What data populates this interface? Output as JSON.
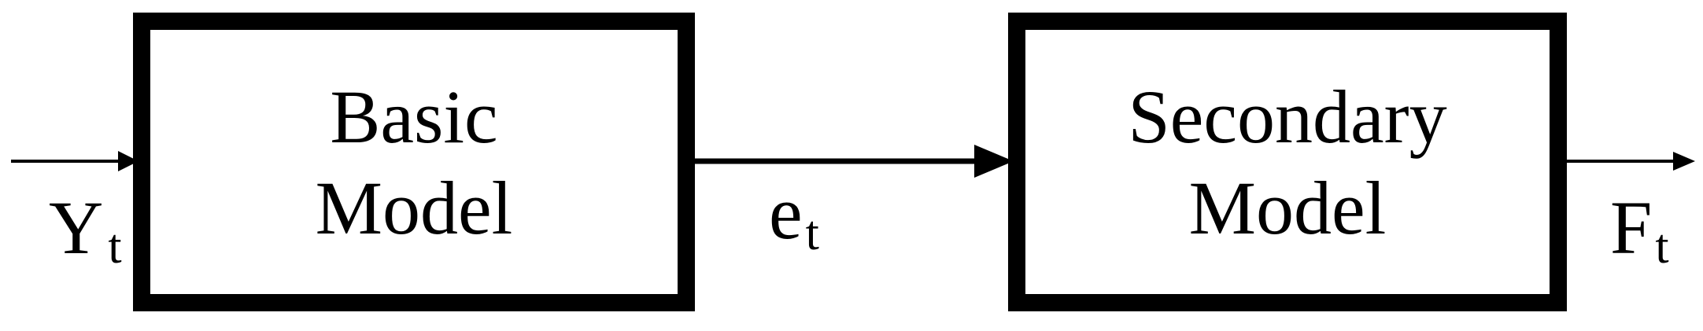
{
  "diagram": {
    "blocks": {
      "basic": {
        "line1": "Basic",
        "line2": "Model"
      },
      "secondary": {
        "line1": "Secondary",
        "line2": "Model"
      }
    },
    "signals": {
      "input": {
        "symbol": "Y",
        "subscript": "t"
      },
      "error": {
        "symbol": "e",
        "subscript": "t"
      },
      "output": {
        "symbol": "F",
        "subscript": "t"
      }
    },
    "colors": {
      "stroke": "#000000",
      "background": "#ffffff"
    }
  }
}
